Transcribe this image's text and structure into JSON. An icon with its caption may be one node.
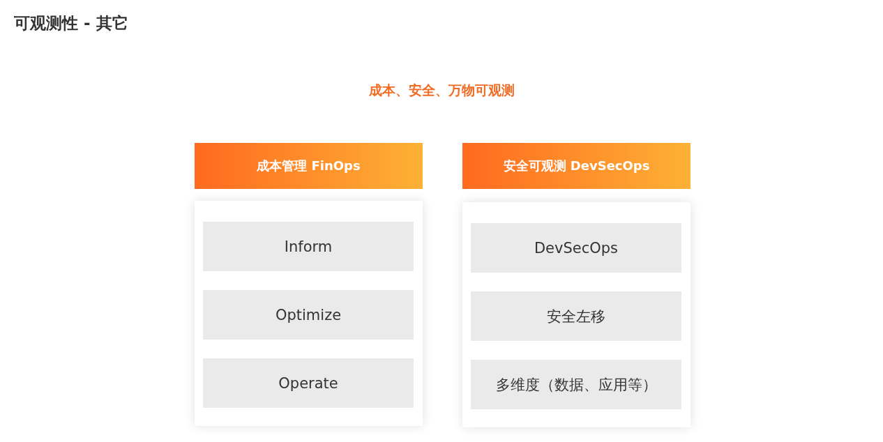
{
  "diagram": {
    "title": "可观测性 - 其它",
    "nodes": [
      {
        "text": [
          "成本管理 FinOps"
        ]
      },
      {
        "text": [
          "Inform"
        ],
        "in": 0
      },
      {
        "text": [
          "Optimize"
        ],
        "in": 0
      },
      {
        "text": [
          "Operate"
        ],
        "in": 0
      },
      {
        "text": [
          "安全可观测 DevSecOps"
        ]
      },
      {
        "text": [
          "DevSecOps"
        ],
        "in": 4
      },
      {
        "text": [
          "安全左移"
        ],
        "in": 4
      },
      {
        "text": [
          "多维度（数据、应用等）"
        ],
        "in": 4
      }
    ],
    "labels": [
      "成本、安全、万物可观测"
    ]
  }
}
